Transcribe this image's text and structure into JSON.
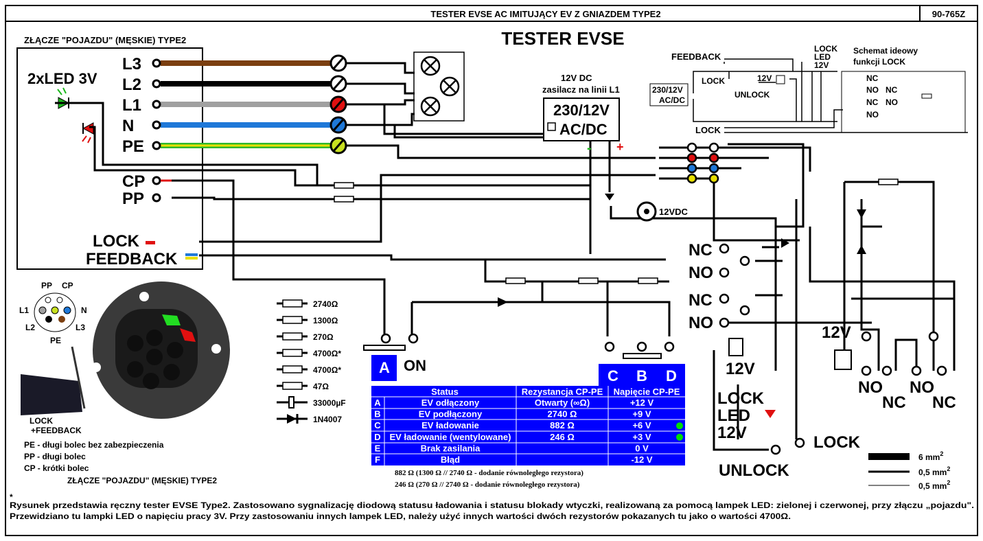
{
  "title": "TESTER EVSE AC IMITUJĄCY EV Z GNIAZDEM TYPE2",
  "code": "90-765Z",
  "main_title": "TESTER EVSE",
  "connector": {
    "title": "ZŁĄCZE \"POJAZDU\" (MĘSKIE) TYPE2",
    "led_label": "2xLED 3V",
    "pins": [
      "L3",
      "L2",
      "L1",
      "N",
      "PE"
    ],
    "wire_colors": [
      "#7b3f10",
      "#000000",
      "#a0a0a0",
      "#1e78d8",
      "#2fb82f"
    ],
    "terminal_colors": [
      "#ffffff",
      "#ffffff",
      "#e01010",
      "#1e78d8",
      "#c8e020"
    ],
    "cp": "CP",
    "pp": "PP",
    "lock": "LOCK",
    "feedback": "FEEDBACK"
  },
  "psu": {
    "label_top": "12V DC",
    "label_sub": "zasilacz na linii L1",
    "line1": "230/12V",
    "line2": "AC/DC",
    "minus": "-",
    "plus": "+"
  },
  "supply_12v": "12VDC",
  "lock_schematic": {
    "title_1": "Schemat ideowy",
    "title_2": "funkcji LOCK",
    "feedback": "FEEDBACK",
    "lock": "LOCK",
    "led_1": "LOCK",
    "led_2": "LED",
    "led_3": "12V",
    "switch_lock": "LOCK",
    "switch_unlock": "UNLOCK",
    "coil": "12V",
    "psu_1": "230/12V",
    "psu_2": "AC/DC",
    "contacts": [
      "NC",
      "NO",
      "NC",
      "NO",
      "NC",
      "NO"
    ]
  },
  "relays": {
    "nc1": "NC",
    "no1": "NO",
    "nc2": "NC",
    "no2": "NO",
    "coil_left": "12V",
    "coil_right": "12V",
    "bottom": [
      "NO",
      "NC",
      "NO",
      "NC"
    ],
    "led_1": "LOCK",
    "led_2": "LED",
    "led_3": "12V",
    "lock": "LOCK",
    "unlock": "UNLOCK"
  },
  "switch_states": {
    "a": "A",
    "on": "ON",
    "c": "C",
    "b": "B",
    "d": "D"
  },
  "pinout": {
    "pp": "PP",
    "cp": "CP",
    "l1": "L1",
    "n": "N",
    "l2": "L2",
    "l3": "L3",
    "pe": "PE"
  },
  "photo_label_1": "LOCK",
  "photo_label_2": "+FEEDBACK",
  "pin_notes": [
    "PE - długi bolec bez zabezpieczenia",
    "PP - długi bolec",
    "CP - krótki bolec"
  ],
  "photo_caption": "ZŁĄCZE \"POJAZDU\" (MĘSKIE) TYPE2",
  "components": [
    {
      "label": "2740Ω",
      "type": "resistor"
    },
    {
      "label": "1300Ω",
      "type": "resistor"
    },
    {
      "label": "270Ω",
      "type": "resistor"
    },
    {
      "label": "4700Ω*",
      "type": "resistor"
    },
    {
      "label": "4700Ω*",
      "type": "resistor"
    },
    {
      "label": "47Ω",
      "type": "resistor"
    },
    {
      "label": "33000µF",
      "type": "capacitor"
    },
    {
      "label": "1N4007",
      "type": "diode"
    }
  ],
  "table": {
    "headers": [
      "Status",
      "Rezystancja CP-PE",
      "Napięcie CP-PE"
    ],
    "rows": [
      {
        "id": "A",
        "status": "EV odłączony",
        "resistance": "Otwarty (∞Ω)",
        "voltage": "+12 V",
        "led": false
      },
      {
        "id": "B",
        "status": "EV podłączony",
        "resistance": "2740 Ω",
        "voltage": "+9 V",
        "led": false
      },
      {
        "id": "C",
        "status": "EV ładowanie",
        "resistance": "882 Ω",
        "voltage": "+6 V",
        "led": true
      },
      {
        "id": "D",
        "status": "EV ładowanie (wentylowane)",
        "resistance": "246 Ω",
        "voltage": "+3 V",
        "led": true
      },
      {
        "id": "E",
        "status": "Brak zasilania",
        "resistance": "",
        "voltage": "0 V",
        "led": false
      },
      {
        "id": "F",
        "status": "Błąd",
        "resistance": "",
        "voltage": "-12 V",
        "led": false
      }
    ],
    "color": "#0000ff",
    "led_color": "#00dd00"
  },
  "table_notes": [
    "882 Ω (1300 Ω // 2740 Ω - dodanie równoległego rezystora)",
    "246 Ω (270 Ω // 2740 Ω - dodanie równoległego rezystora)"
  ],
  "wire_legend": [
    {
      "label": "6 mm",
      "sup": "2"
    },
    {
      "label": "0,5 mm",
      "sup": "2"
    },
    {
      "label": "0,5 mm",
      "sup": "2"
    }
  ],
  "footnote_star": "*",
  "footnote": [
    "Rysunek przedstawia ręczny tester EVSE Type2. Zastosowano sygnalizację diodową statusu ładowania i statusu blokady wtyczki, realizowaną za pomocą lampek LED: zielonej i czerwonej, przy złączu „pojazdu\".",
    "Przewidziano tu lampki LED o napięciu pracy 3V. Przy zastosowaniu innych lampek LED, należy użyć innych wartości dwóch rezystorów pokazanych tu jako o wartości 4700Ω."
  ]
}
